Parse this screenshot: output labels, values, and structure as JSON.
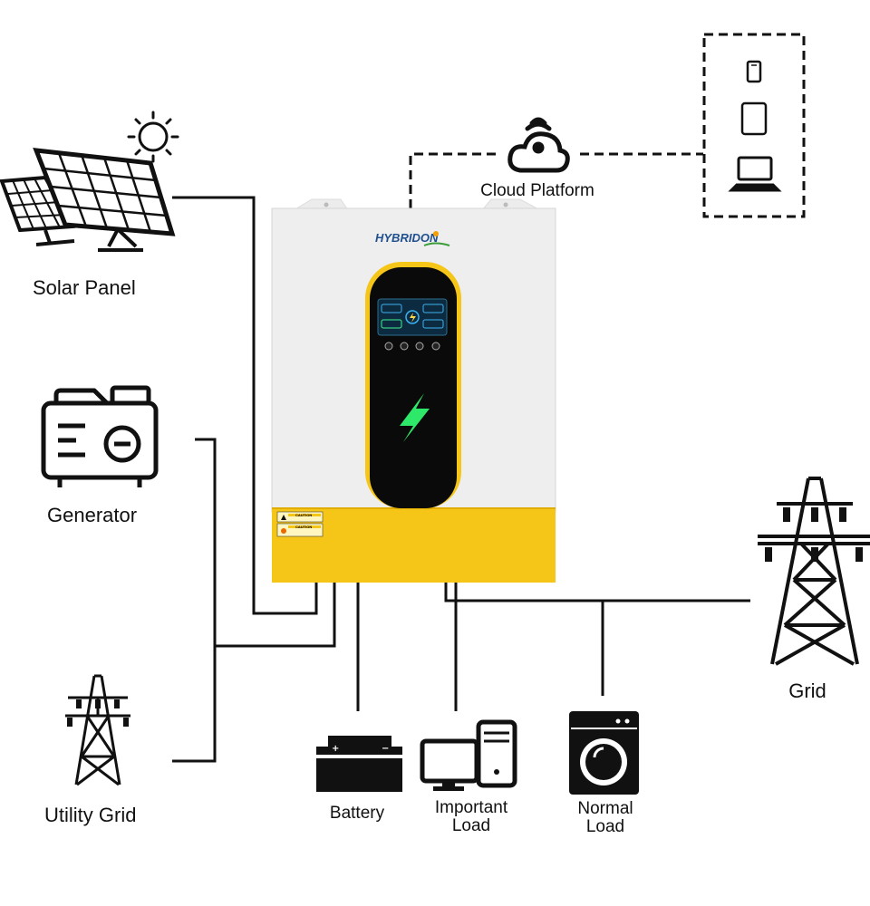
{
  "labels": {
    "solar_panel": "Solar Panel",
    "generator": "Generator",
    "utility_grid": "Utility Grid",
    "cloud_platform": "Cloud Platform",
    "grid": "Grid",
    "battery": "Battery",
    "important_load_line1": "Important",
    "important_load_line2": "Load",
    "normal_load_line1": "Normal",
    "normal_load_line2": "Load"
  },
  "inverter": {
    "brand": "HYBRIDON",
    "caution_label": "CAUTION"
  },
  "colors": {
    "inverter_body": "#eeeeee",
    "inverter_base": "#f5c518",
    "display_panel": "#0a0a0a",
    "lightning": "#2ee86a",
    "wire": "#111111"
  },
  "icons": {
    "solar": "solar-panel-icon",
    "sun": "sun-icon",
    "generator": "generator-icon",
    "utility_grid": "transmission-tower-icon",
    "cloud": "cloud-wifi-icon",
    "phone": "phone-icon",
    "tablet": "tablet-icon",
    "laptop": "laptop-icon",
    "grid": "transmission-tower-icon",
    "battery": "battery-icon",
    "important_load": "desktop-computer-icon",
    "normal_load": "washing-machine-icon",
    "bolt": "lightning-bolt-icon"
  }
}
